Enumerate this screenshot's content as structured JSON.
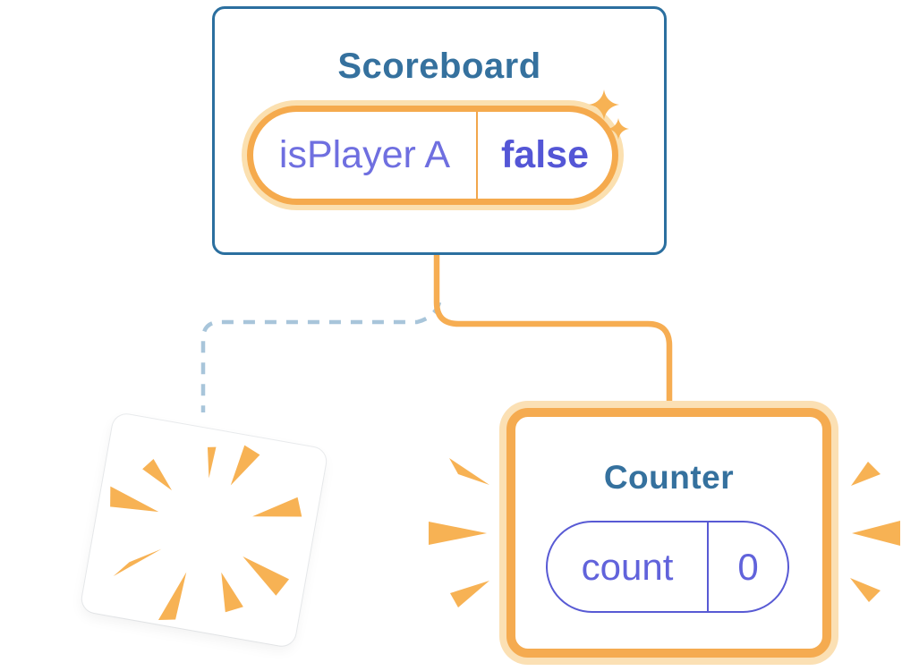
{
  "scoreboard": {
    "title": "Scoreboard",
    "state": {
      "label": "isPlayer A",
      "value": "false"
    }
  },
  "counter": {
    "title": "Counter",
    "state": {
      "label": "count",
      "value": "0"
    }
  },
  "icons": {
    "sparkle": "sparkle-icon",
    "poof_burst": "poof-burst-icon",
    "emphasis_rays": "emphasis-rays-icon"
  },
  "colors": {
    "card_border_blue": "#2b6f9f",
    "title_blue": "#35719e",
    "state_ring_orange": "#f5aa4d",
    "state_ring_halo": "#fbe0b0",
    "connector_orange": "#f6ad52",
    "dashed_line_blue": "#a8c5da",
    "state_label_purple": "#6f6fe0",
    "state_value_purple": "#5456d6",
    "count_pill_purple": "#585ad4",
    "rays_orange": "#f7b254",
    "card_background": "#ffffff"
  }
}
